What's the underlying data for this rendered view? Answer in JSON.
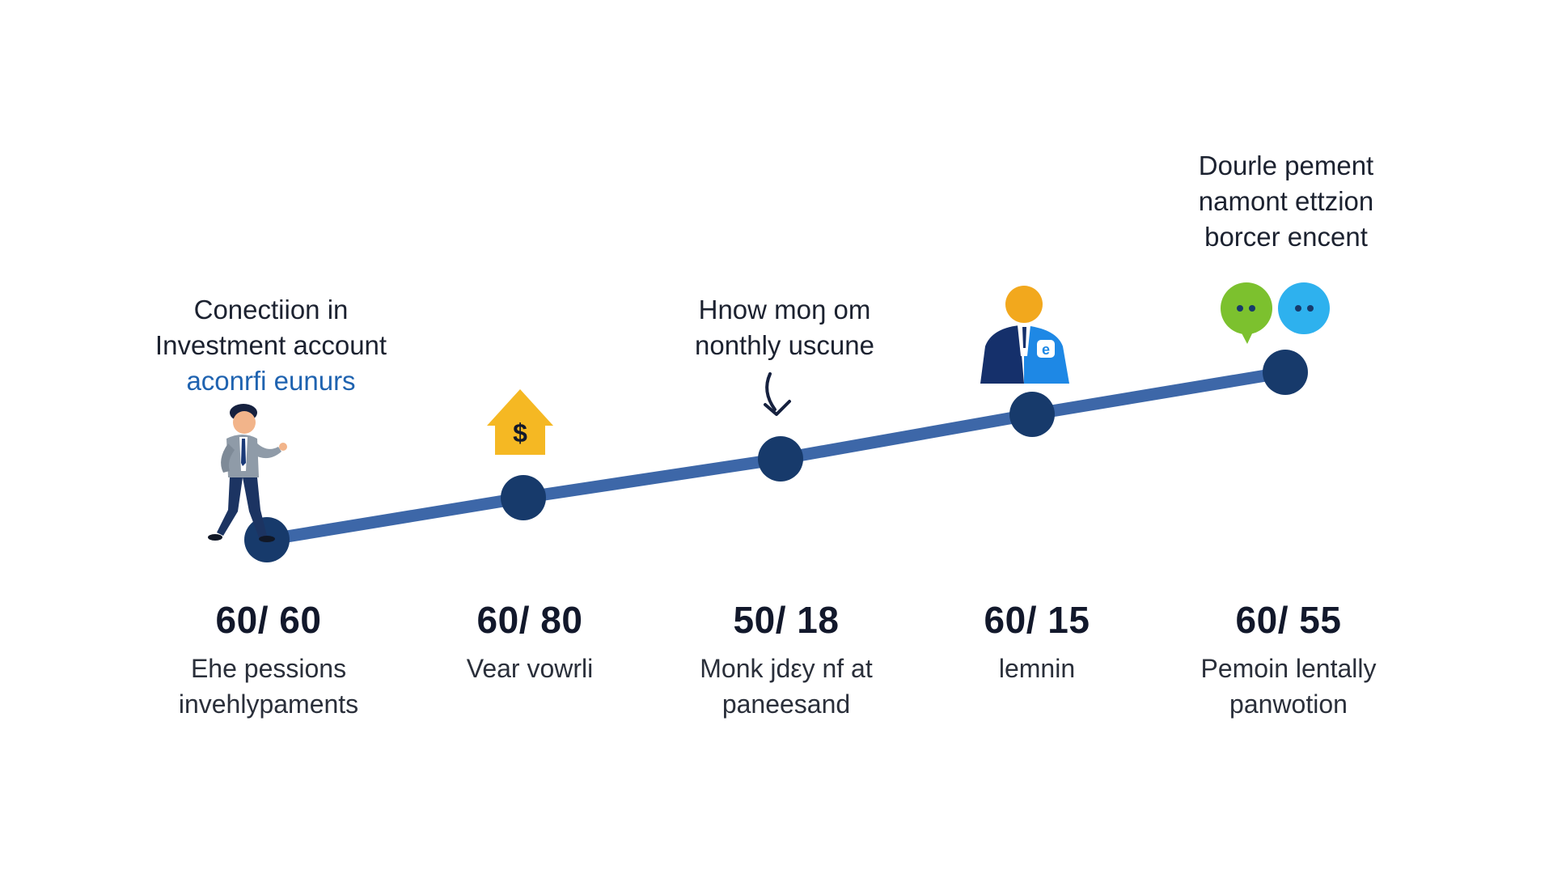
{
  "captions": {
    "first": {
      "line1": "Conectiion in",
      "line2": "Investment account",
      "line3": "aconrfi eunurs"
    },
    "third": {
      "line1": "Hnow moŋ om",
      "line2": "nonthly uscune"
    },
    "fifth": {
      "line1": "Dourle pement",
      "line2": "namont ettzion",
      "line3": "borcer encent"
    }
  },
  "milestones": [
    {
      "value": "60/ 60",
      "label_line1": "Ehe pessions",
      "label_line2": "invehlypaments"
    },
    {
      "value": "60/ 80",
      "label_line1": "Vear vowrli",
      "label_line2": ""
    },
    {
      "value": "50/ 18",
      "label_line1": "Monk jdεy nf at",
      "label_line2": "paneesand"
    },
    {
      "value": "60/ 15",
      "label_line1": "lemnin",
      "label_line2": ""
    },
    {
      "value": "60/ 55",
      "label_line1": "Pemoin lentally",
      "label_line2": "panwotion"
    }
  ],
  "icons": {
    "first": "walking-businessman-icon",
    "second": "house-dollar-icon",
    "third": "curved-arrow-down-icon",
    "fourth": "advisor-person-icon",
    "fifth": "chat-bubbles-icon"
  },
  "colors": {
    "line": "#3d67a8",
    "node": "#173a6b",
    "accent_text": "#1f63b0",
    "house": "#f5b823",
    "advisor_head": "#f2a81d",
    "advisor_suit": "#15306b",
    "advisor_badge": "#1e88e5",
    "bubble_green": "#7cc12e",
    "bubble_blue": "#2eb1ee"
  }
}
